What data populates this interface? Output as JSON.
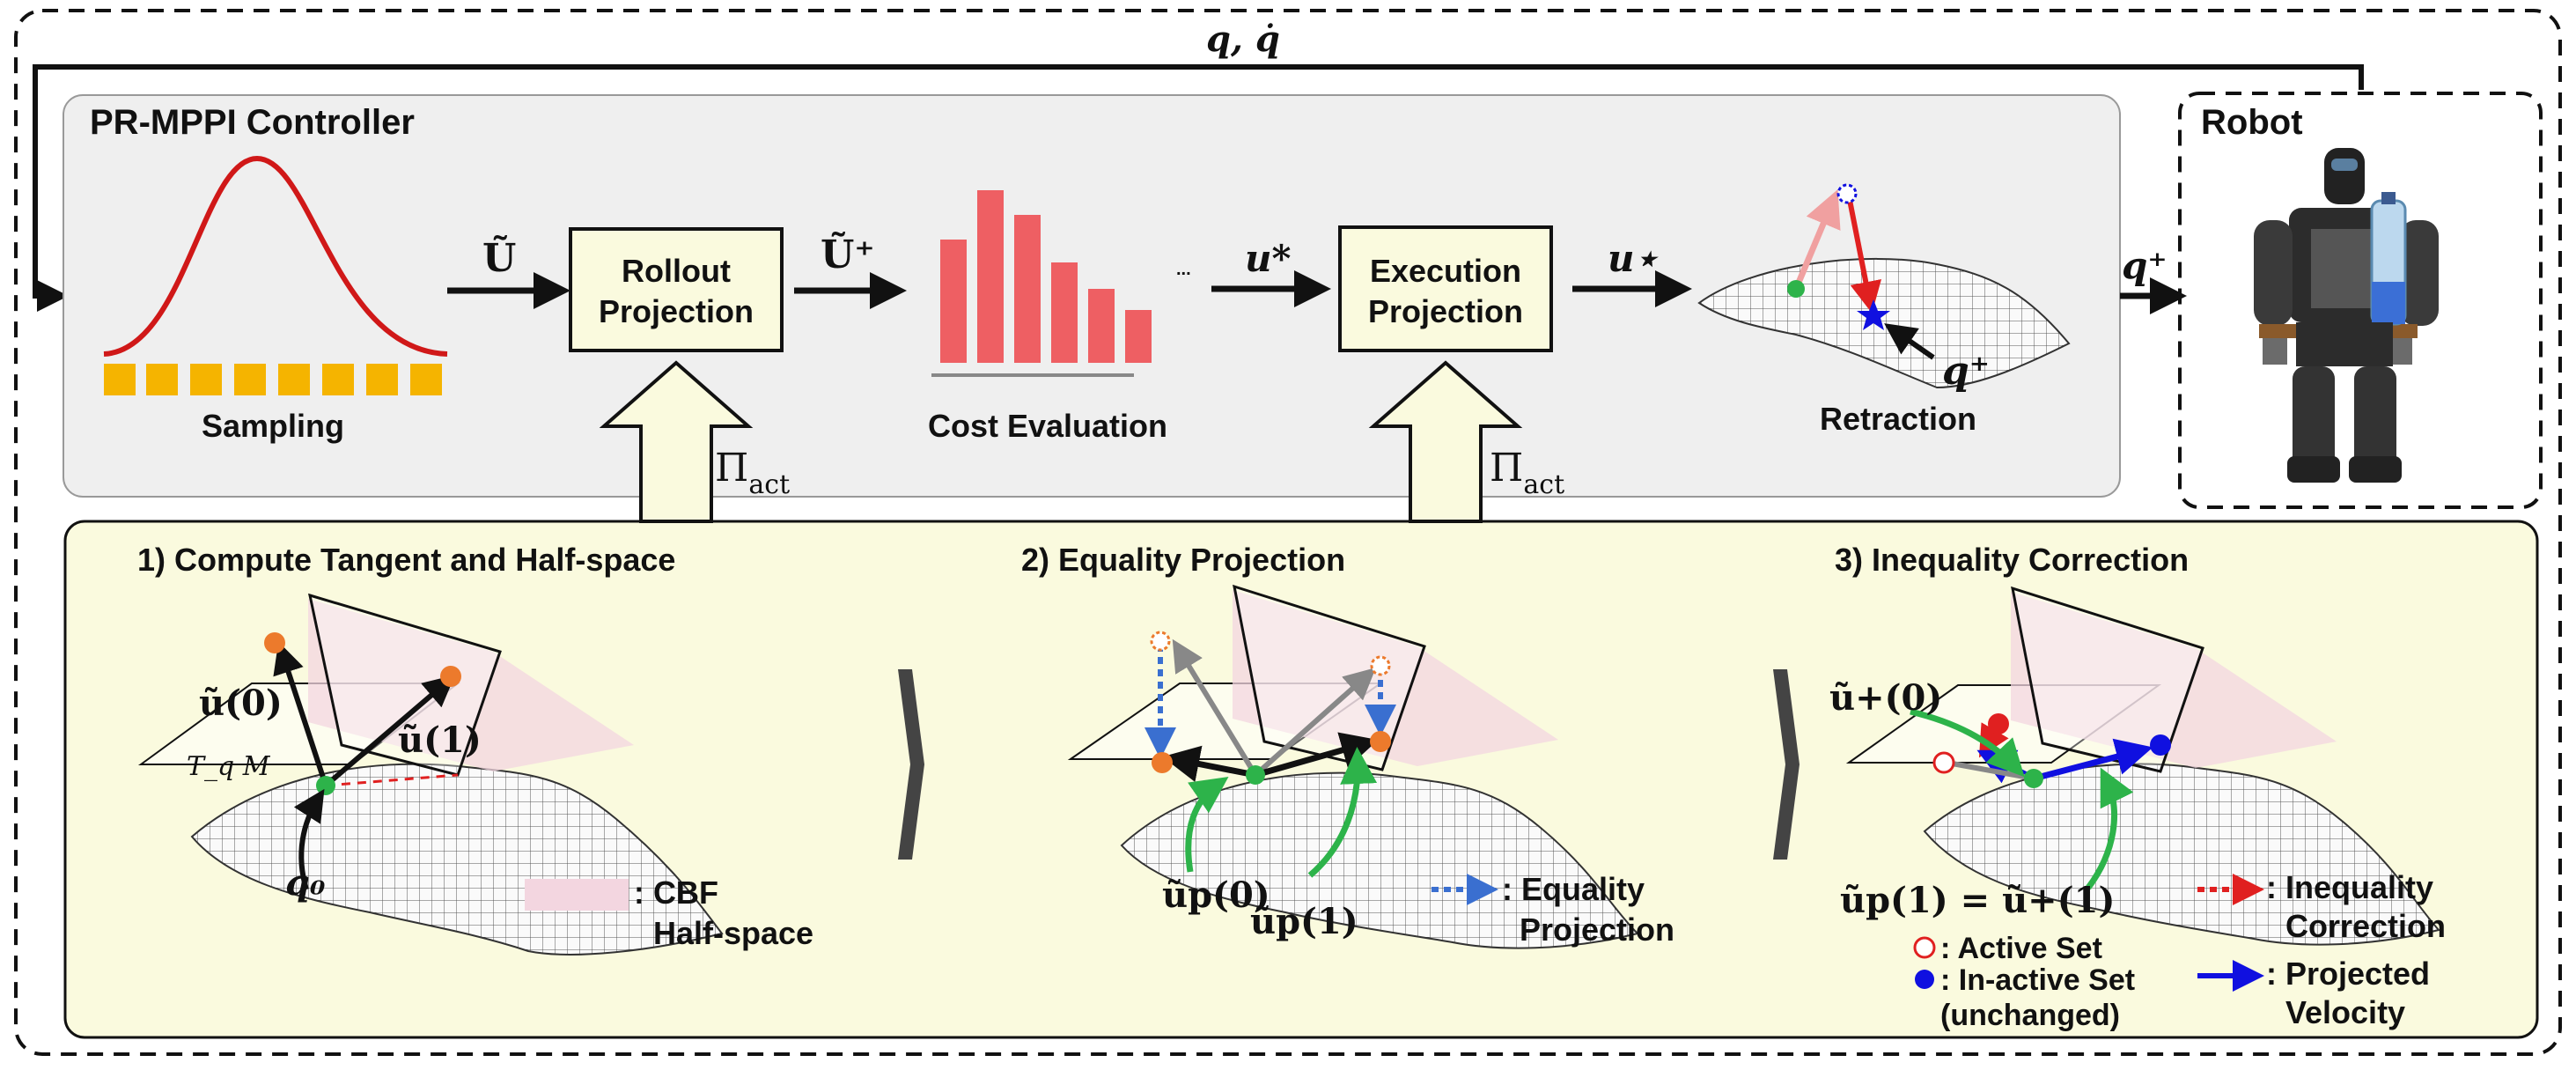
{
  "feedback": {
    "label": "q, q̇"
  },
  "controller": {
    "title": "PR-MPPI Controller"
  },
  "robot": {
    "title": "Robot"
  },
  "sampling": {
    "label": "Sampling"
  },
  "rollout": {
    "line1": "Rollout",
    "line2": "Projection"
  },
  "cost": {
    "label": "Cost Evaluation",
    "ellipsis": "..."
  },
  "execution": {
    "line1": "Execution",
    "line2": "Projection"
  },
  "retraction": {
    "label": "Retraction"
  },
  "arrows": {
    "u_tilde": "Ũ",
    "u_tilde_plus": "Ũ⁺",
    "u_star": "u*",
    "u_star2": "u⋆",
    "q_plus": "q⁺",
    "q_plus_retract": "q⁺"
  },
  "pi_act": {
    "left": "Π",
    "left_sub": "act",
    "right": "Π",
    "right_sub": "act"
  },
  "step1": {
    "title": "1) Compute Tangent and Half-space",
    "u0": "ũ(0)",
    "u1": "ũ(1)",
    "tangent": "T_q M",
    "q0": "q₀",
    "legend_line1": ": CBF",
    "legend_line2": "Half-space"
  },
  "step2": {
    "title": "2) Equality Projection",
    "up0": "ũp(0)",
    "up1": "ũp(1)",
    "legend_line1": ": Equality",
    "legend_line2": "Projection"
  },
  "step3": {
    "title": "3) Inequality Correction",
    "uplus0": "ũ+(0)",
    "eq": "ũp(1) = ũ+(1)",
    "active": ": Active Set",
    "inactive_line1": ": In-active Set",
    "inactive_line2": "(unchanged)",
    "ineq_line1": ": Inequality",
    "ineq_line2": "Correction",
    "proj_line1": ": Projected",
    "proj_line2": "Velocity"
  },
  "colors": {
    "red": "#e02020",
    "green": "#2db34a",
    "blue": "#1010e0",
    "orange": "#ec7a2c",
    "box_fill": "#fafade",
    "panel": "#efefef",
    "bar": "#ee5f63",
    "pink": "#f3d6e0"
  }
}
